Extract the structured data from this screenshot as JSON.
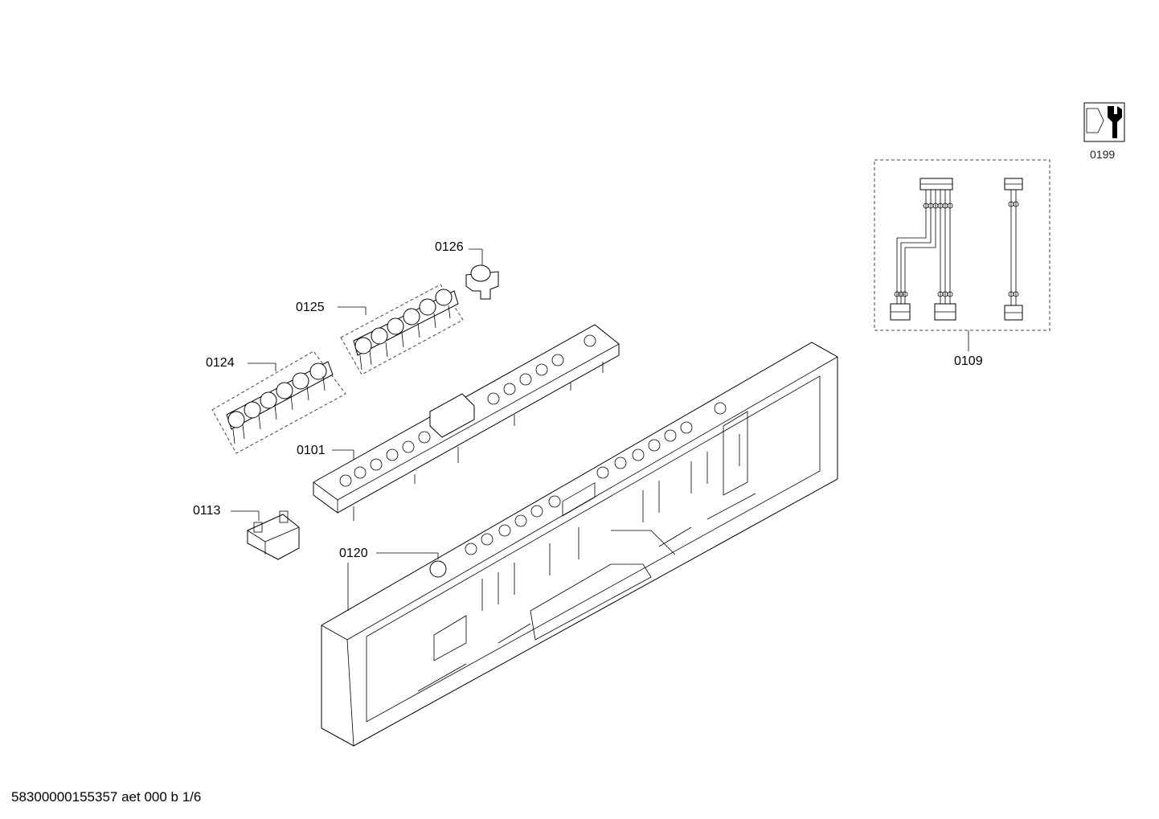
{
  "diagram": {
    "parts": [
      {
        "id": "p0101",
        "label": "0101"
      },
      {
        "id": "p0109",
        "label": "0109"
      },
      {
        "id": "p0113",
        "label": "0113"
      },
      {
        "id": "p0120",
        "label": "0120"
      },
      {
        "id": "p0124",
        "label": "0124"
      },
      {
        "id": "p0125",
        "label": "0125"
      },
      {
        "id": "p0126",
        "label": "0126"
      },
      {
        "id": "p0199",
        "label": "0199"
      }
    ],
    "service_icon": "wrench-nut-icon"
  },
  "footer": {
    "document_code": "58300000155357 aet 000 b 1/6"
  }
}
